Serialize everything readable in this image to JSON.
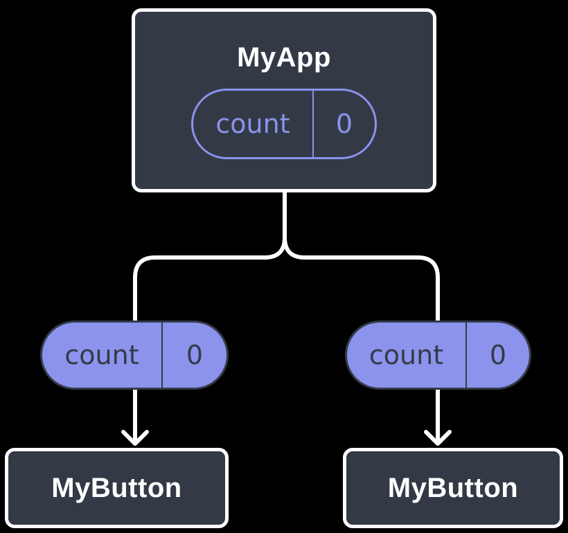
{
  "colors": {
    "canvas_background": "#000000",
    "node_fill": "#333A46",
    "node_border": "#FFFFFF",
    "node_title_text": "#FFFFFF",
    "accent_purple": "#8B93EC",
    "pill_dark_text": "#343B47",
    "connector": "#FFFFFF"
  },
  "tree": {
    "root": {
      "title": "MyApp",
      "state": {
        "label": "count",
        "value": "0"
      }
    },
    "props": [
      {
        "label": "count",
        "value": "0"
      },
      {
        "label": "count",
        "value": "0"
      }
    ],
    "children": [
      {
        "title": "MyButton"
      },
      {
        "title": "MyButton"
      }
    ]
  }
}
